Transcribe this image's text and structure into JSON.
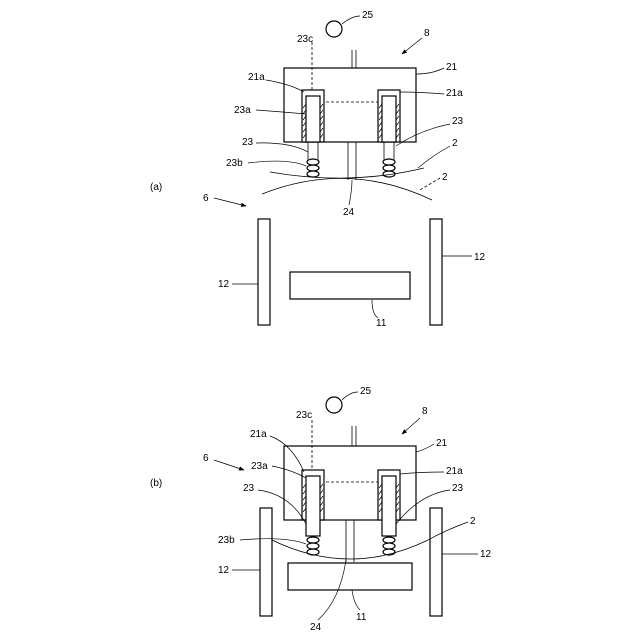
{
  "figure": {
    "panel_a": {
      "caption": "(a)",
      "labels": {
        "l25": "25",
        "l23c": "23c",
        "l8": "8",
        "l21": "21",
        "l21a_left": "21a",
        "l21a_right": "21a",
        "l23a": "23a",
        "l23_left": "23",
        "l23_right": "23",
        "l2_solid": "2",
        "l23b": "23b",
        "l2_dashed": "2",
        "l6": "6",
        "l24": "24",
        "l12_left": "12",
        "l12_right": "12",
        "l11": "11"
      }
    },
    "panel_b": {
      "caption": "(b)",
      "labels": {
        "l25": "25",
        "l23c": "23c",
        "l8": "8",
        "l21a_left": "21a",
        "l21": "21",
        "l6": "6",
        "l23a": "23a",
        "l21a_right": "21a",
        "l23_left": "23",
        "l23_right": "23",
        "l2": "2",
        "l23b": "23b",
        "l12_left": "12",
        "l12_right": "12",
        "l24": "24",
        "l11": "11"
      }
    }
  }
}
